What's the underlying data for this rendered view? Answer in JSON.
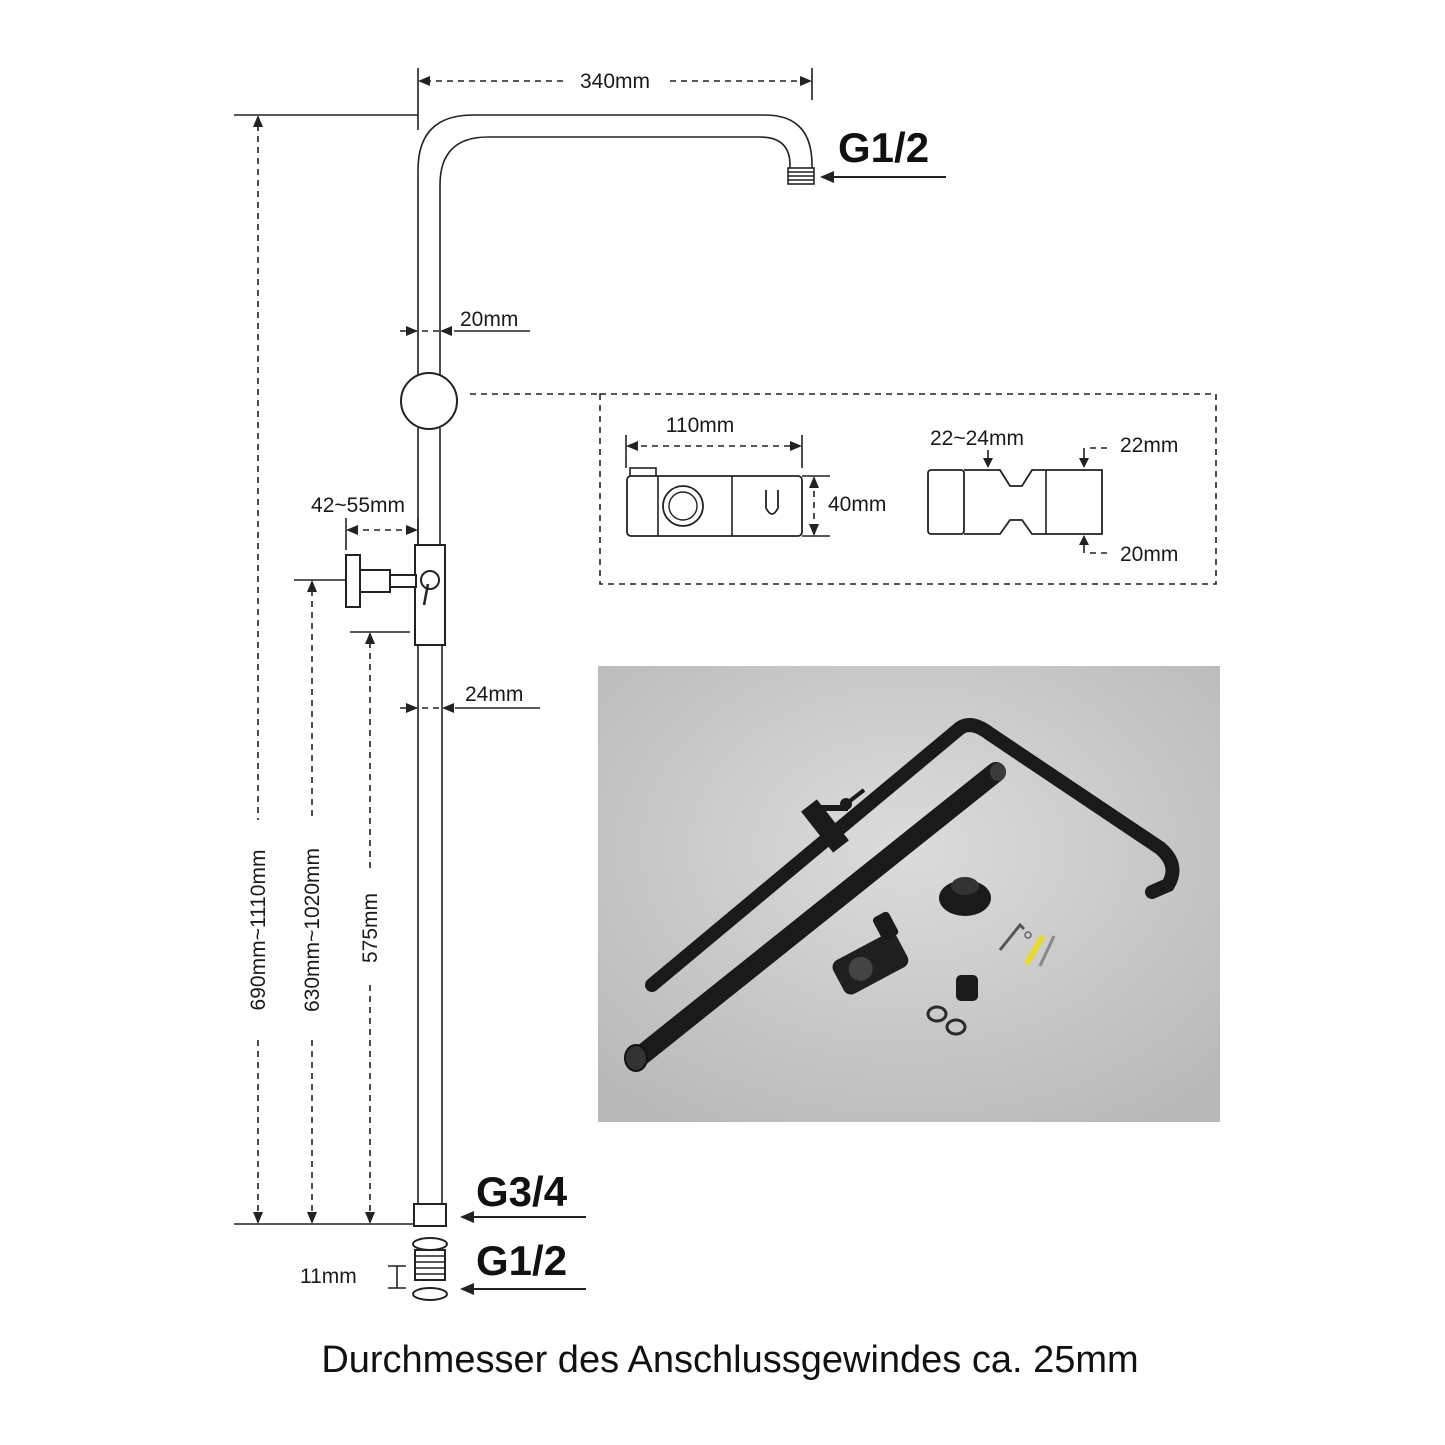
{
  "dimensions": {
    "arm_width": "340mm",
    "pipe_top_diameter": "20mm",
    "pipe_bottom_diameter": "24mm",
    "wall_distance": "42~55mm",
    "total_height": "690mm~1110mm",
    "valve_height": "630mm~1020mm",
    "fixed_height": "575mm",
    "thread_length": "11mm",
    "holder_width": "110mm",
    "holder_height": "40mm",
    "clamp_range": "22~24mm",
    "clamp_top": "22mm",
    "clamp_bottom": "20mm"
  },
  "threads": {
    "top_outlet": "G1/2",
    "bottom_inlet": "G3/4",
    "adapter": "G1/2"
  },
  "caption": "Durchmesser des Anschlussgewindes ca. 25mm",
  "colors": {
    "line": "#222222",
    "photo_background": "#c9c9c9",
    "product_black": "#1a1a1a",
    "screw_yellow": "#e8d832"
  }
}
